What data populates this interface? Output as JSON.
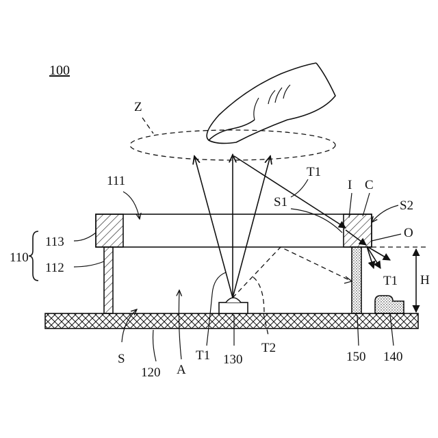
{
  "figure": {
    "title": "100"
  },
  "labels": {
    "zone": "Z",
    "cover": "111",
    "ray_top": "T1",
    "ray_out": "T1",
    "ray_left": "T1",
    "ray_bottom": "T2",
    "surface_s1": "S1",
    "surface_s2": "S2",
    "input": "I",
    "coating": "C",
    "output": "O",
    "housing": "110",
    "housing_frame": "113",
    "housing_wall": "112",
    "height": "H",
    "surface": "S",
    "substrate": "120",
    "area": "A",
    "emitter": "130",
    "sealant": "150",
    "sensor": "140"
  },
  "colors": {
    "ink": "#111111",
    "background": "#ffffff"
  }
}
